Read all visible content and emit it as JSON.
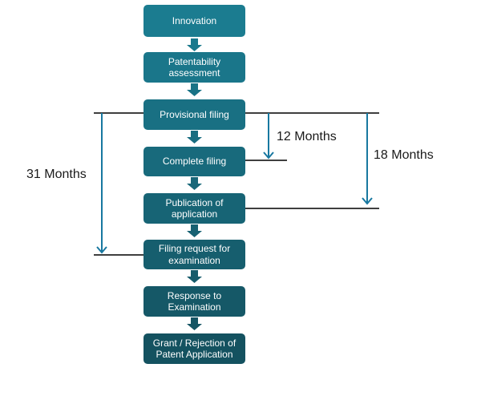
{
  "flowchart": {
    "boxes": [
      {
        "label": "Innovation",
        "color": "#1B7C90"
      },
      {
        "label": "Patentability assessment",
        "color": "#1A768A"
      },
      {
        "label": "Provisional filing",
        "color": "#197083"
      },
      {
        "label": "Complete filing",
        "color": "#186A7C"
      },
      {
        "label": "Publication of application",
        "color": "#176475"
      },
      {
        "label": "Filing request for examination",
        "color": "#165E6E"
      },
      {
        "label": "Response to Examination",
        "color": "#155867"
      },
      {
        "label": "Grant / Rejection of Patent Application",
        "color": "#145260"
      }
    ],
    "connector_colors": [
      "#1A798D",
      "#197386",
      "#196D80",
      "#186779",
      "#176172",
      "#165B6B",
      "#155564"
    ],
    "annotations": {
      "left": "31 Months",
      "middle": "12 Months",
      "right": "18 Months"
    },
    "line_colors": {
      "timeline": "#1878A0",
      "reference": "#3F3F3F"
    },
    "box_text_color": "#FFFFFF",
    "annotation_text_color": "#1A1A1A"
  }
}
